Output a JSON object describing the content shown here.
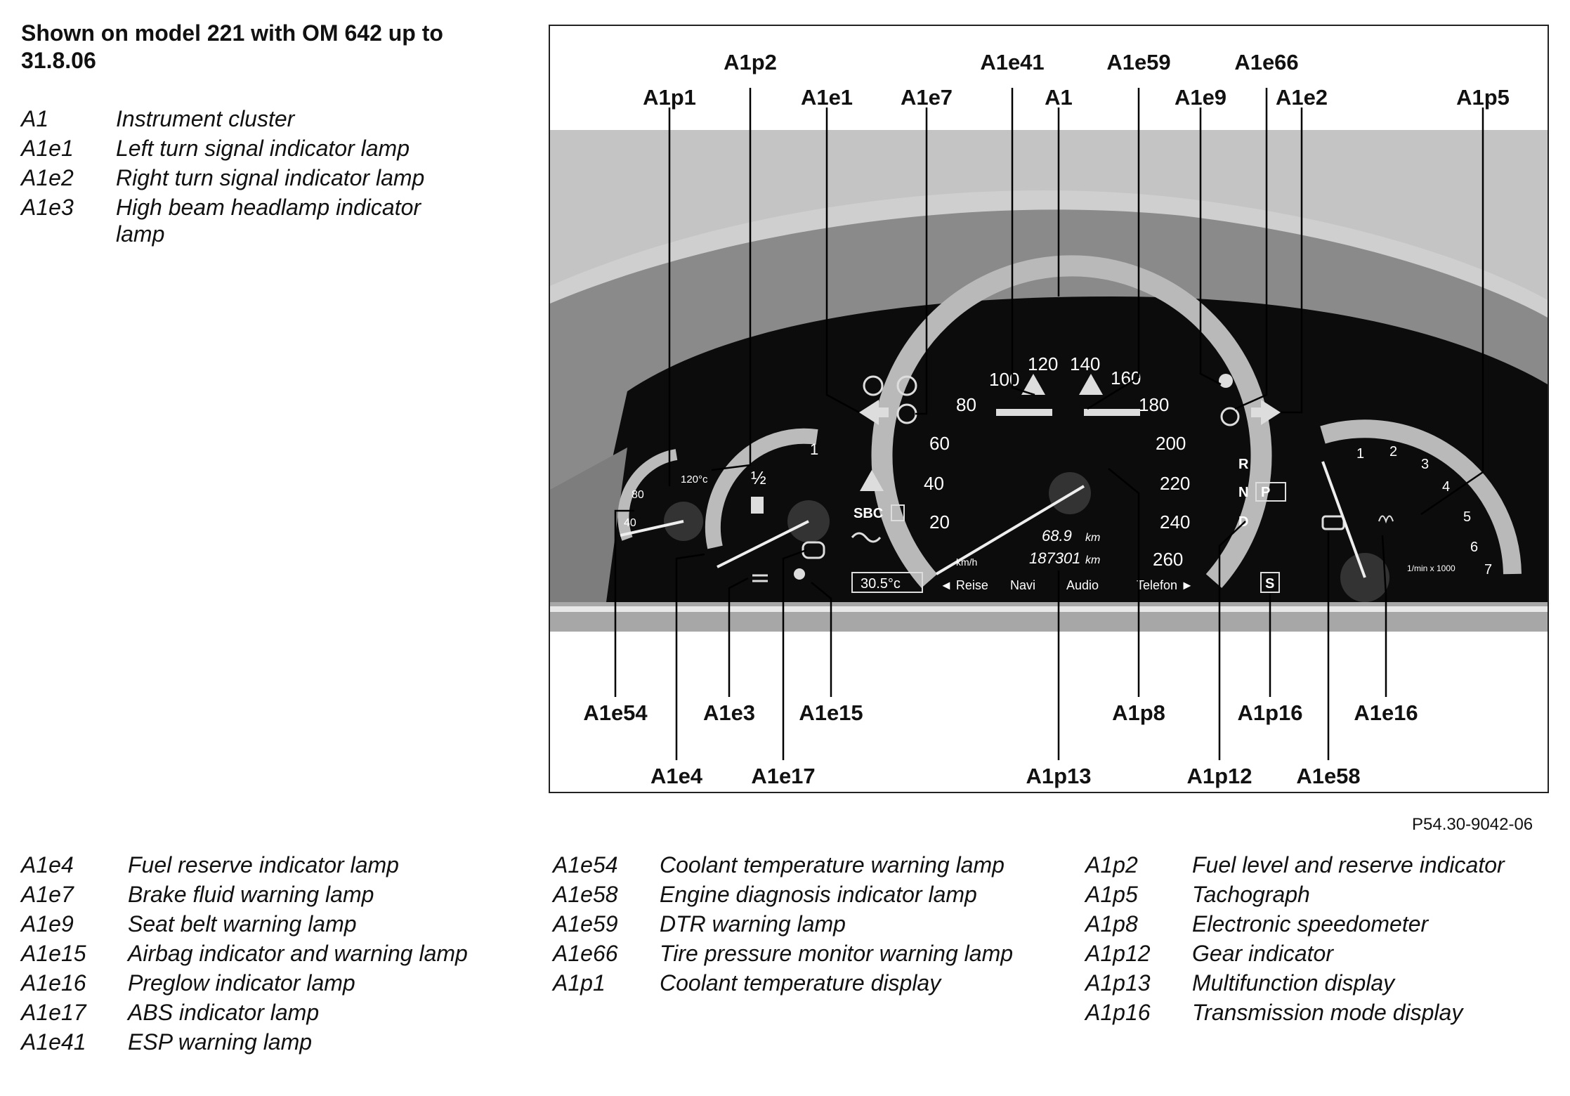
{
  "heading": "Shown on model 221 with OM 642 up to 31.8.06",
  "legend_top": [
    {
      "code": "A1",
      "desc": "Instrument cluster"
    },
    {
      "code": "A1e1",
      "desc": "Left turn signal indicator lamp"
    },
    {
      "code": "A1e2",
      "desc": "Right turn signal indicator lamp"
    },
    {
      "code": "A1e3",
      "desc": "High beam headlamp indicator lamp"
    }
  ],
  "legend_col1": [
    {
      "code": "A1e4",
      "desc": "Fuel reserve indicator lamp"
    },
    {
      "code": "A1e7",
      "desc": "Brake fluid warning lamp"
    },
    {
      "code": "A1e9",
      "desc": "Seat belt warning lamp"
    },
    {
      "code": "A1e15",
      "desc": "Airbag indicator and warning lamp"
    },
    {
      "code": "A1e16",
      "desc": "Preglow indicator lamp"
    },
    {
      "code": "A1e17",
      "desc": "ABS indicator lamp"
    },
    {
      "code": "A1e41",
      "desc": "ESP warning lamp"
    }
  ],
  "legend_col2": [
    {
      "code": "A1e54",
      "desc": "Coolant temperature warning lamp"
    },
    {
      "code": "A1e58",
      "desc": "Engine diagnosis indicator lamp"
    },
    {
      "code": "A1e59",
      "desc": "DTR warning lamp"
    },
    {
      "code": "A1e66",
      "desc": "Tire pressure monitor warning lamp"
    },
    {
      "code": "A1p1",
      "desc": "Coolant temperature display"
    }
  ],
  "legend_col3": [
    {
      "code": "A1p2",
      "desc": "Fuel level and reserve indicator"
    },
    {
      "code": "A1p5",
      "desc": "Tachograph"
    },
    {
      "code": "A1p8",
      "desc": "Electronic speedometer"
    },
    {
      "code": "A1p12",
      "desc": "Gear indicator"
    },
    {
      "code": "A1p13",
      "desc": "Multifunction display"
    },
    {
      "code": "A1p16",
      "desc": "Transmission mode display"
    }
  ],
  "figure_ref": "P54.30-9042-06",
  "callouts": {
    "a1p2": "A1p2",
    "a1e41": "A1e41",
    "a1e59": "A1e59",
    "a1e66": "A1e66",
    "a1p1": "A1p1",
    "a1e1": "A1e1",
    "a1e7": "A1e7",
    "a1": "A1",
    "a1e9": "A1e9",
    "a1e2": "A1e2",
    "a1p5": "A1p5",
    "a1e54": "A1e54",
    "a1e3": "A1e3",
    "a1e15": "A1e15",
    "a1p8": "A1p8",
    "a1p16": "A1p16",
    "a1e16": "A1e16",
    "a1e4": "A1e4",
    "a1e17": "A1e17",
    "a1p13": "A1p13",
    "a1p12": "A1p12",
    "a1e58": "A1e58"
  },
  "cluster": {
    "speed_ticks": [
      "20",
      "40",
      "60",
      "80",
      "100",
      "120",
      "140",
      "160",
      "180",
      "200",
      "220",
      "240",
      "260"
    ],
    "speed_unit": "km/h",
    "trip": "68.9",
    "odometer": "187301",
    "distance_unit": "km",
    "menu": [
      "◄ Reise",
      "Navi",
      "Audio",
      "Telefon ►"
    ],
    "outside_temp": "30.5°c",
    "coolant_ticks": [
      "120°c",
      "80",
      "40"
    ],
    "fuel_ticks": [
      "1",
      "½"
    ],
    "tach_ticks": [
      "1",
      "2",
      "3",
      "4",
      "5",
      "6",
      "7"
    ],
    "tach_unit": "1/min x 1000",
    "gears": [
      "R",
      "N",
      "D"
    ],
    "park": "P",
    "mode": "S",
    "sbc": "SBC"
  }
}
